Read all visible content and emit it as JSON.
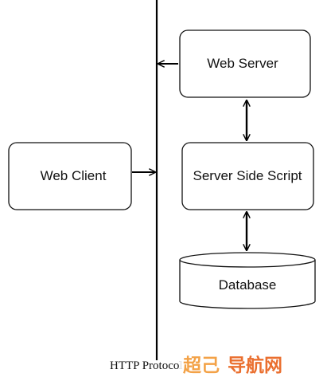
{
  "diagram": {
    "web_server": "Web Server",
    "server_side_script": "Server Side Script",
    "web_client": "Web Client",
    "database": "Database",
    "protocol_label": "HTTP Protocol"
  },
  "watermark": {
    "part1": "超己",
    "part2": "导航网"
  }
}
